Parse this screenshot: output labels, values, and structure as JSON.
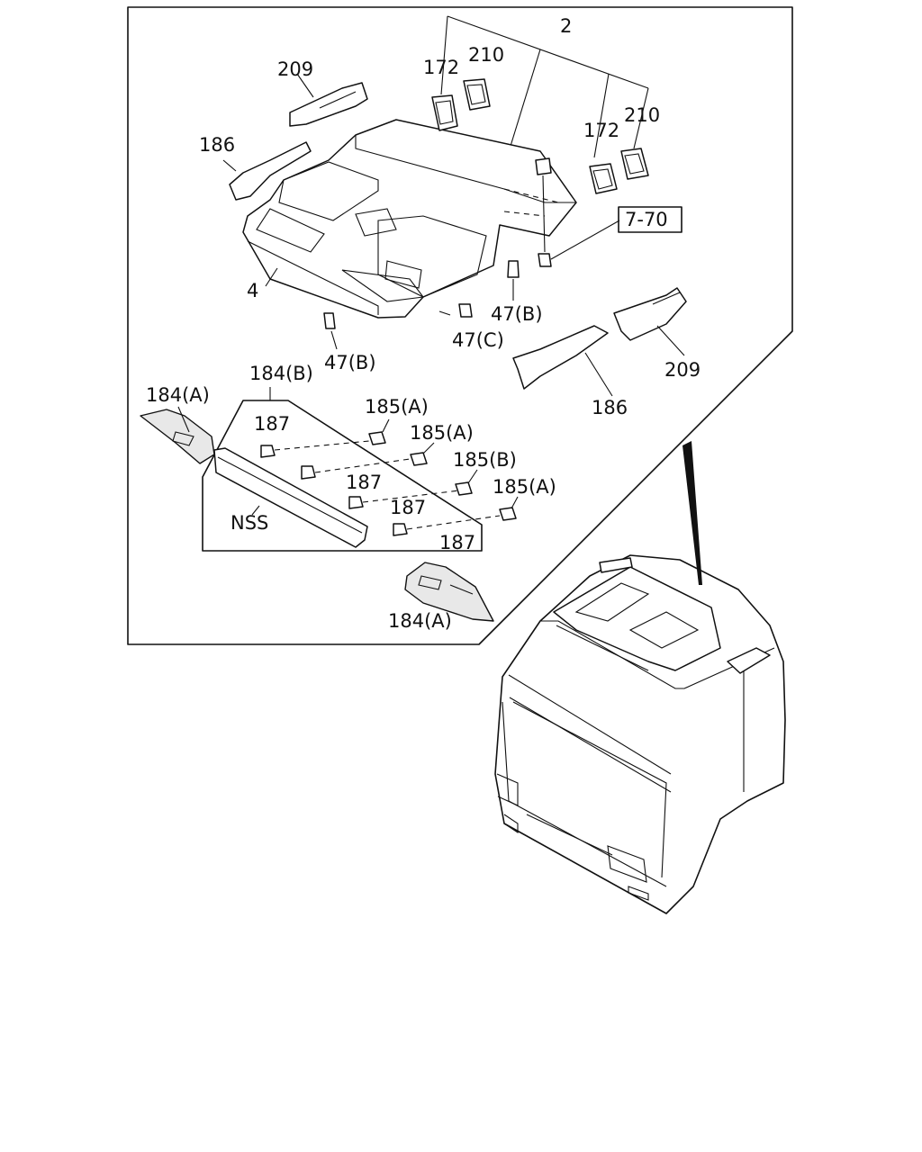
{
  "diagram": {
    "labels": {
      "p2": "2",
      "p172a": "172",
      "p210a": "210",
      "p172b": "172",
      "p210b": "210",
      "p209a": "209",
      "p186a": "186",
      "p4": "4",
      "p770": "7-70",
      "p47b_1": "47(B)",
      "p47c": "47(C)",
      "p47b_2": "47(B)",
      "p186b": "186",
      "p209b": "209",
      "p184b": "184(B)",
      "p184a_1": "184(A)",
      "p187_1": "187",
      "p185a_1": "185(A)",
      "p185a_2": "185(A)",
      "p187_2": "187",
      "p185b": "185(B)",
      "p185a_3": "185(A)",
      "p187_3": "187",
      "pnss": "NSS",
      "p187_4": "187",
      "p184a_2": "184(A)"
    }
  }
}
